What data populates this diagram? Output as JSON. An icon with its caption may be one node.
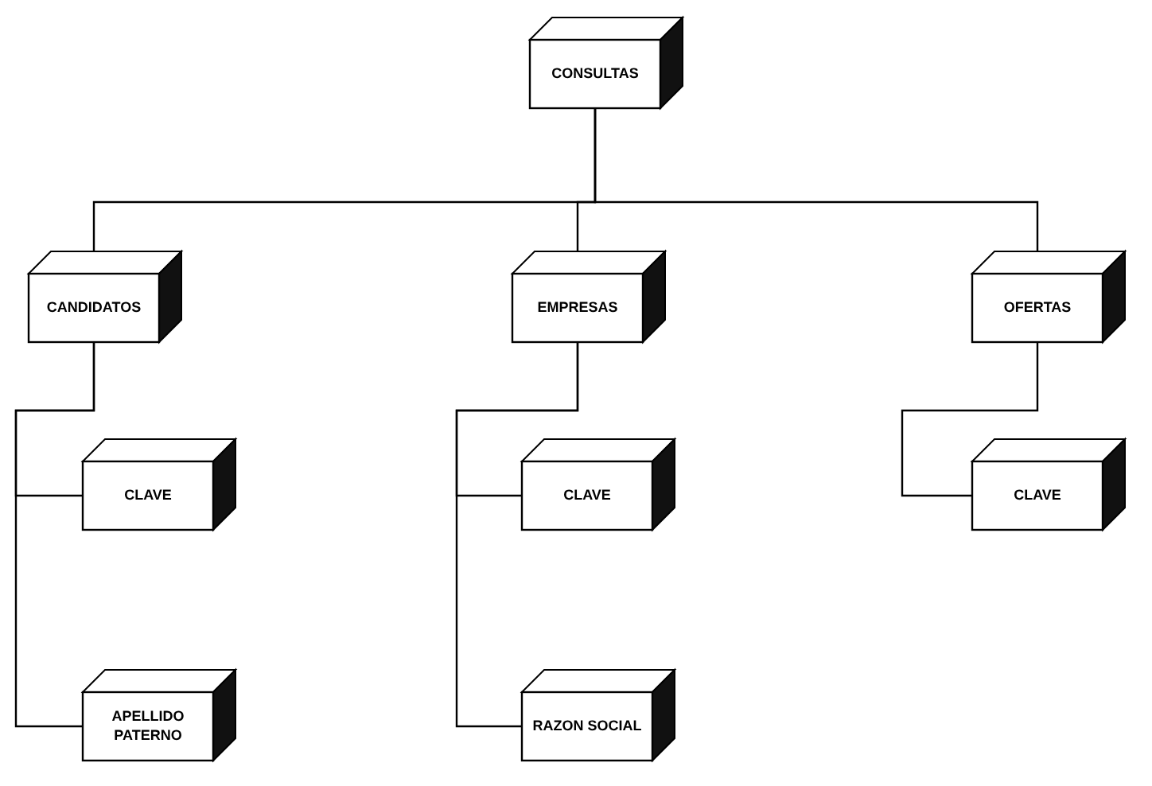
{
  "diagram": {
    "nodes": [
      {
        "text": [
          "CONSULTAS"
        ]
      },
      {
        "text": [
          "CANDIDATOS"
        ]
      },
      {
        "text": [
          "EMPRESAS"
        ]
      },
      {
        "text": [
          "OFERTAS"
        ]
      },
      {
        "text": [
          "CLAVE"
        ]
      },
      {
        "text": [
          "APELLIDO PATERNO"
        ]
      },
      {
        "text": [
          "CLAVE"
        ]
      },
      {
        "text": [
          "RAZON SOCIAL"
        ]
      },
      {
        "text": [
          "CLAVE"
        ]
      }
    ],
    "edges": [
      {
        "from": 0,
        "to": 1,
        "arrow": "none"
      },
      {
        "from": 0,
        "to": 2,
        "arrow": "none"
      },
      {
        "from": 0,
        "to": 3,
        "arrow": "none"
      },
      {
        "from": 1,
        "to": 4,
        "arrow": "none"
      },
      {
        "from": 1,
        "to": 5,
        "arrow": "none"
      },
      {
        "from": 2,
        "to": 6,
        "arrow": "none"
      },
      {
        "from": 2,
        "to": 7,
        "arrow": "none"
      },
      {
        "from": 3,
        "to": 8,
        "arrow": "none"
      }
    ]
  }
}
